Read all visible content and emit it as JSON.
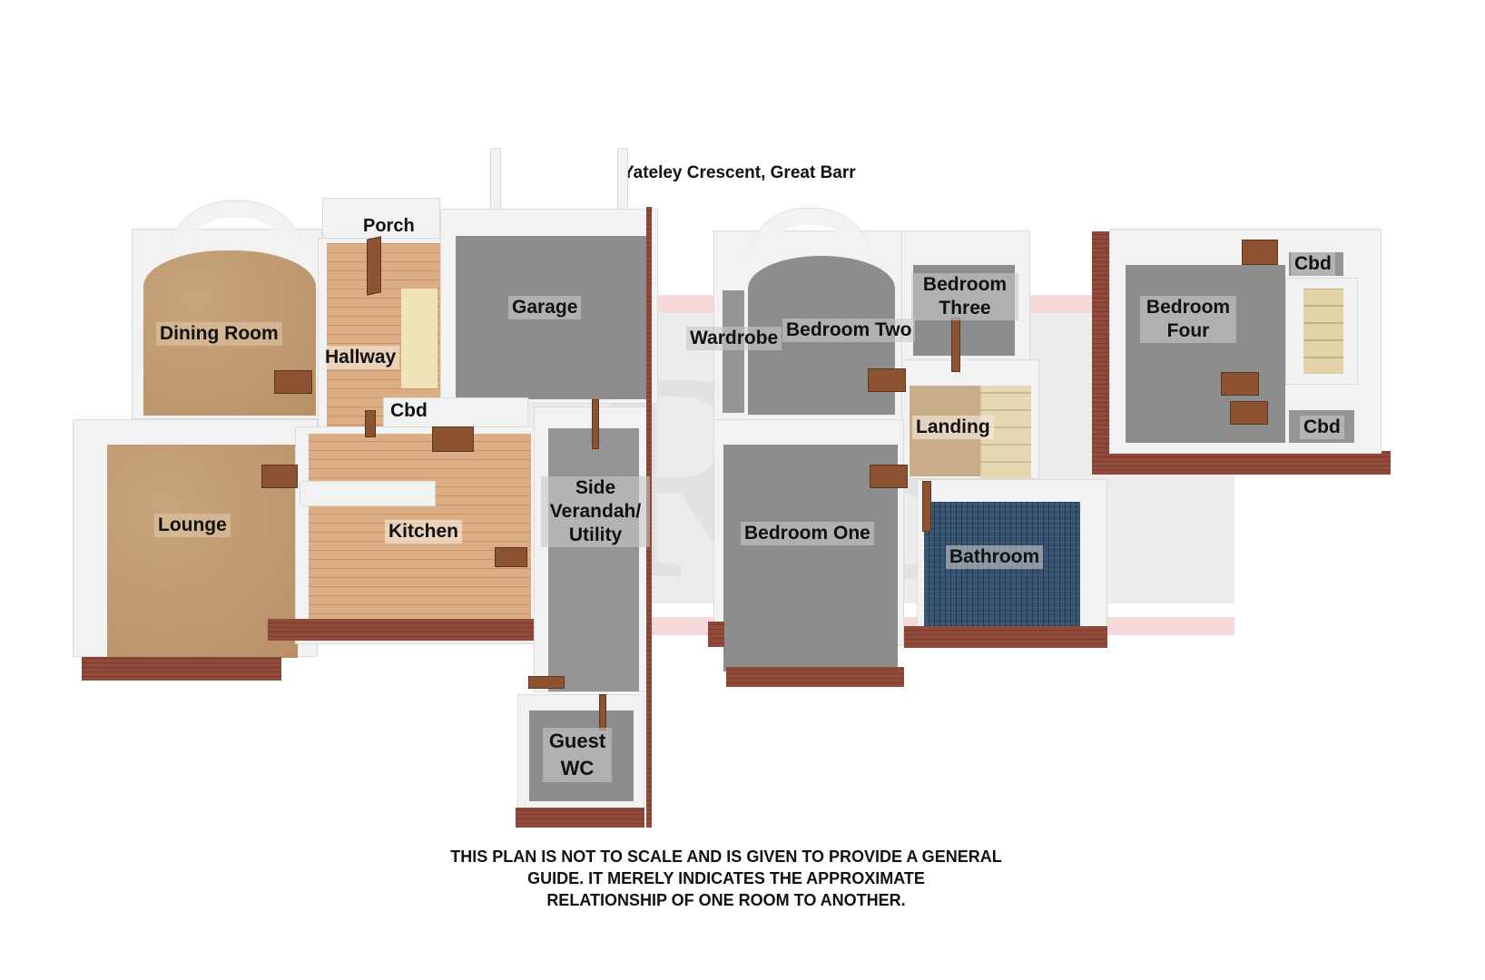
{
  "plan": {
    "address": "Yateley Crescent, Great Barr",
    "watermark": "CRS",
    "disclaimer": [
      "THIS PLAN IS NOT TO SCALE AND IS GIVEN TO PROVIDE A GENERAL",
      "GUIDE.  IT MERELY INDICATES THE APPROXIMATE",
      "RELATIONSHIP OF ONE ROOM TO ANOTHER."
    ]
  },
  "ground_floor": {
    "rooms": {
      "porch": "Porch",
      "dining_room": "Dining Room",
      "hallway": "Hallway",
      "garage": "Garage",
      "cbd": "Cbd",
      "lounge": "Lounge",
      "kitchen": "Kitchen",
      "side_verandah_line1": "Side",
      "side_verandah_line2": "Verandah/",
      "side_verandah_line3": "Utility",
      "guest_wc_line1": "Guest",
      "guest_wc_line2": "WC"
    }
  },
  "first_floor": {
    "rooms": {
      "wardrobe": "Wardrobe",
      "bedroom_two": "Bedroom Two",
      "bedroom_three_line1": "Bedroom",
      "bedroom_three_line2": "Three",
      "landing": "Landing",
      "bedroom_one": "Bedroom One",
      "bathroom": "Bathroom"
    }
  },
  "second_floor": {
    "rooms": {
      "bedroom_four_line1": "Bedroom",
      "bedroom_four_line2": "Four",
      "cbd_top": "Cbd",
      "cbd_bottom": "Cbd"
    }
  },
  "colors": {
    "brick": "#8a4536",
    "carpet": "#c8a57c",
    "wood": "#d7a57c",
    "grey_floor": "#8d8d8d",
    "tile": "#7d97ad",
    "watermark_red": "#f6d9da"
  }
}
